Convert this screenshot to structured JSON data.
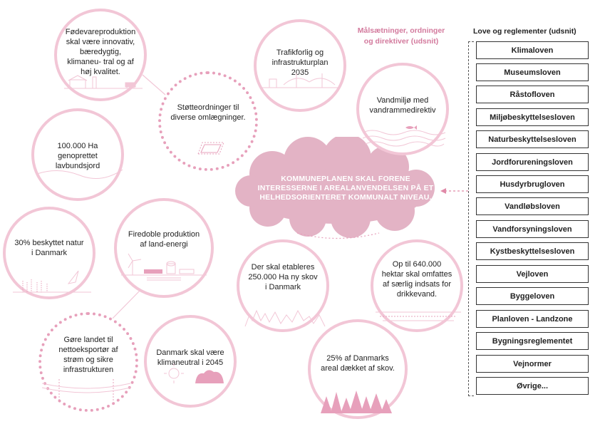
{
  "goals_title": "Målsætninger, ordninger og direktiver (udsnit)",
  "laws_title": "Love og reglementer (udsnit)",
  "cloud_text": "KOMMUNEPLANEN SKAL FORENE INTERESSERNE I AREALANVENDELSEN PÅ ET HELHEDSORIENTERET KOMMUNALT NIVEAU.",
  "circles": {
    "food": "Fødevareproduktion skal være innovativ, bæredygtig, klimaneu- tral og af høj kvalitet.",
    "support": "Støtteordninger til diverse omlægninger.",
    "traffic": "Trafikforlig og infrastrukturplan 2035",
    "water": "Vandmiljø med vandrammedirektiv",
    "lowland": "100.000 Ha genoprettet lavbundsjord",
    "nature": "30% beskyttet natur i Danmark",
    "energy": "Firedoble produktion af land-energi",
    "forest_new": "Der skal etableres 250.000 Ha ny skov i Danmark",
    "drinking": "Op til 640.000 hektar skal omfattes af særlig indsats for drikkevand.",
    "export": "Gøre landet til nettoeksportør af strøm og sikre infrastrukturen",
    "climate": "Danmark skal være klimaneutral i 2045",
    "forest_share": "25% af Danmarks areal dækket af skov."
  },
  "laws": [
    "Klimaloven",
    "Museumsloven",
    "Råstofloven",
    "Miljøbeskyttelsesloven",
    "Naturbeskyttelsesloven",
    "Jordforureningsloven",
    "Husdyrbrugloven",
    "Vandløbsloven",
    "Vandforsyningsloven",
    "Kystbeskyttelsesloven",
    "Vejloven",
    "Byggeloven",
    "Planloven - Landzone",
    "Bygningsreglementet",
    "Vejnormer",
    "Øvrige..."
  ],
  "colors": {
    "pink_light": "#f2c6d6",
    "pink_dotted": "#e7a0bb",
    "cloud": "#e3b3c5",
    "title_pink": "#d37a9d"
  }
}
